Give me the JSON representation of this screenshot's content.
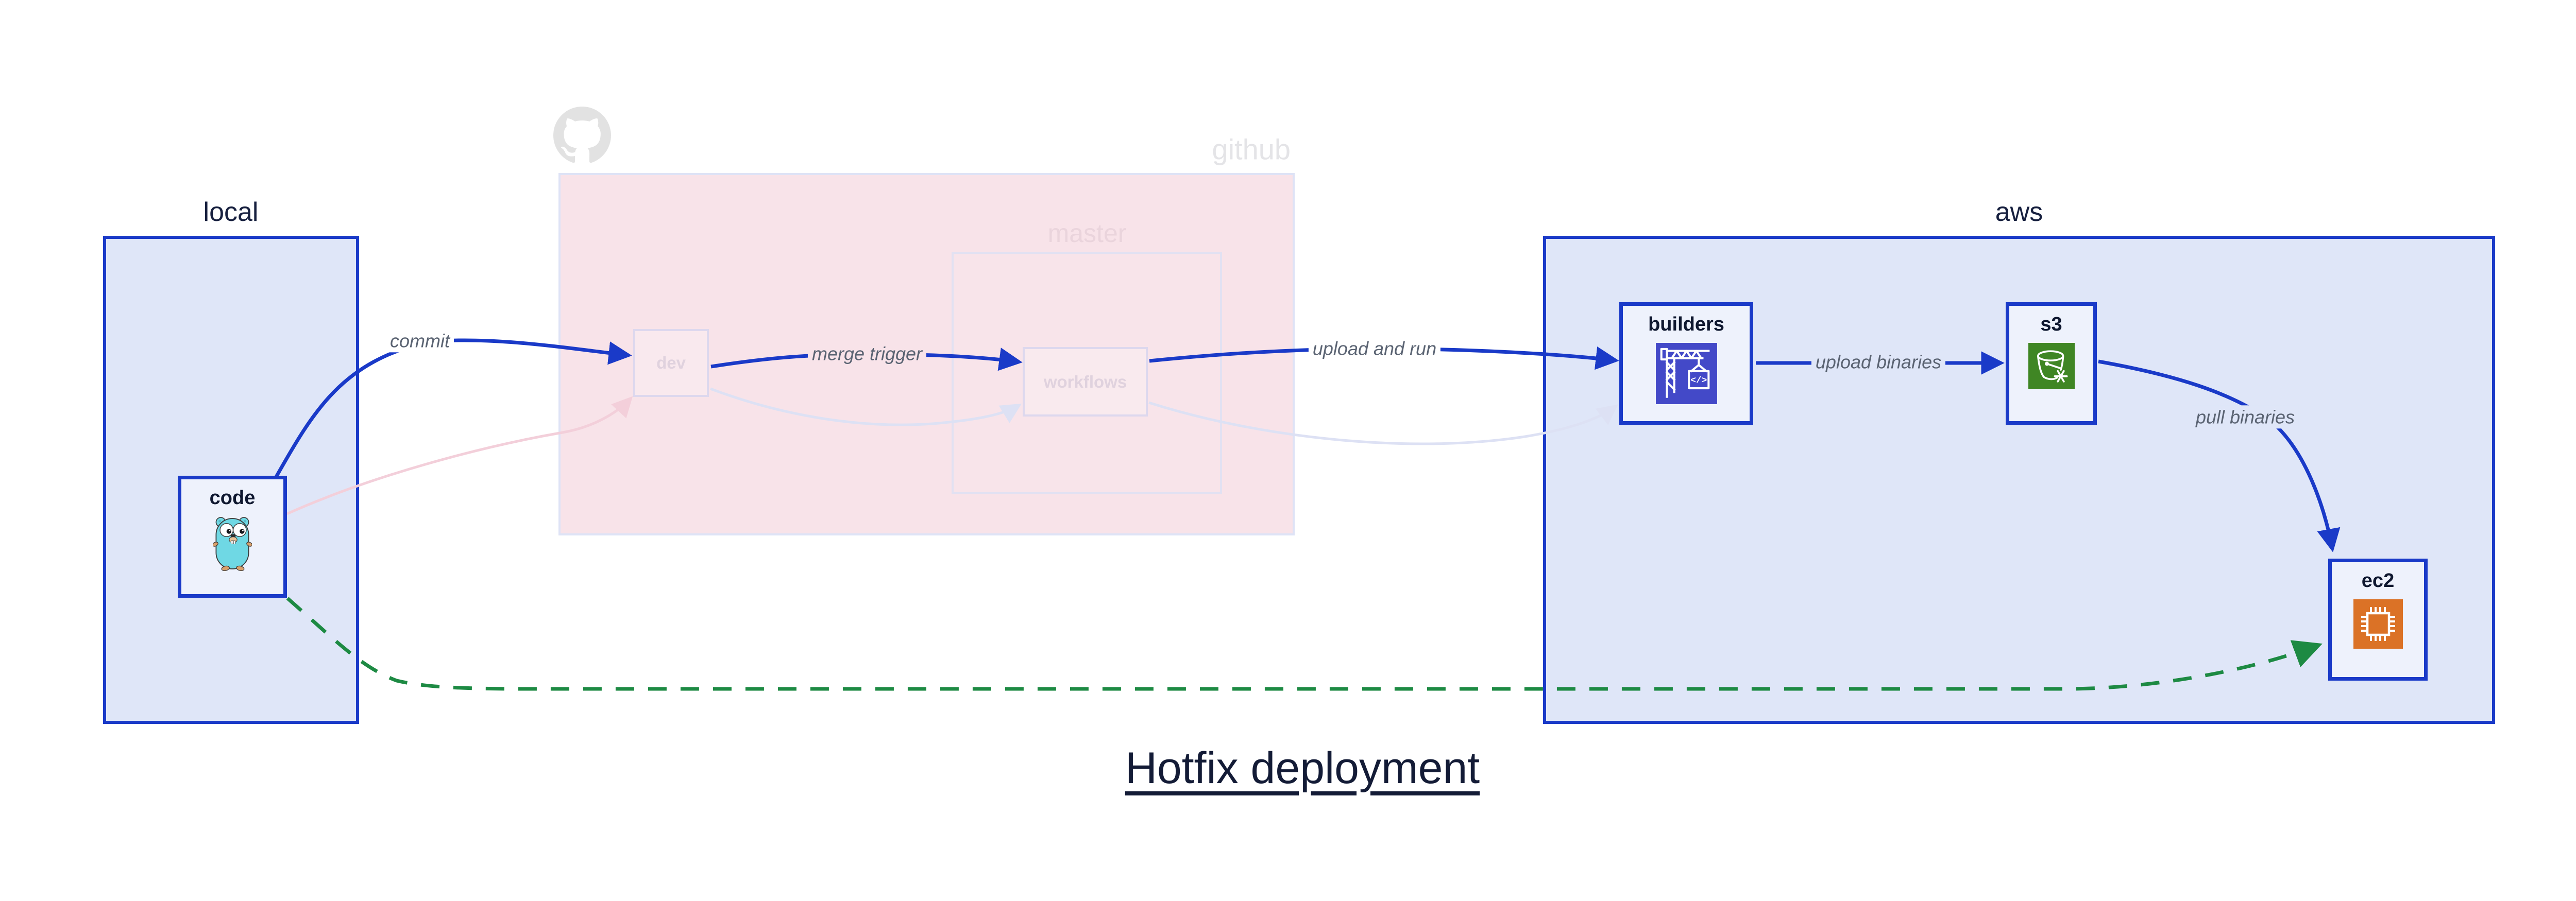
{
  "diagram_title": "Hotfix deployment",
  "containers": {
    "local": {
      "label": "local"
    },
    "github": {
      "label": "github"
    },
    "master": {
      "label": "master"
    },
    "aws": {
      "label": "aws"
    }
  },
  "nodes": {
    "code": {
      "label": "code",
      "icon": "go-gopher-icon"
    },
    "dev": {
      "label": "dev"
    },
    "workflows": {
      "label": "workflows"
    },
    "builders": {
      "label": "builders",
      "icon": "codebuild-crane-icon"
    },
    "s3": {
      "label": "s3",
      "icon": "s3-bucket-snowflake-icon"
    },
    "ec2": {
      "label": "ec2",
      "icon": "ec2-chip-icon"
    }
  },
  "edges": {
    "commit": {
      "label": "commit",
      "style": "solid-blue"
    },
    "merge_trigger": {
      "label": "merge trigger",
      "style": "solid-blue"
    },
    "upload_and_run": {
      "label": "upload and run",
      "style": "solid-blue"
    },
    "upload_binaries": {
      "label": "upload binaries",
      "style": "solid-blue"
    },
    "pull_binaries": {
      "label": "pull binaries",
      "style": "solid-blue"
    },
    "hotfix_shortcut": {
      "label": "",
      "style": "dashed-green"
    },
    "ghost_code_to_dev": {
      "label": "",
      "style": "faded-pink"
    },
    "ghost_dev_to_workflows": {
      "label": "",
      "style": "faded-lavender"
    },
    "ghost_workflows_to_builders": {
      "label": "",
      "style": "faded-lavender"
    }
  },
  "icons": {
    "github_logo": "octocat-icon"
  },
  "colors": {
    "blue_accent": "#1a3ac8",
    "green_accent": "#1d8a43",
    "local_aws_fill": "#dfe6f8",
    "github_fill": "#f8e3e9",
    "node_fill": "#eef2fc",
    "codebuild_icon_bg": "#4349c8",
    "s3_icon_bg": "#3f8624",
    "ec2_icon_bg": "#db7226",
    "gopher_teal": "#6fd8e4",
    "faded_pink_edge": "#f3cfda",
    "faded_lavender_edge": "#dde1f4",
    "edge_label_text": "#5a6372",
    "title_text": "#131b36"
  }
}
